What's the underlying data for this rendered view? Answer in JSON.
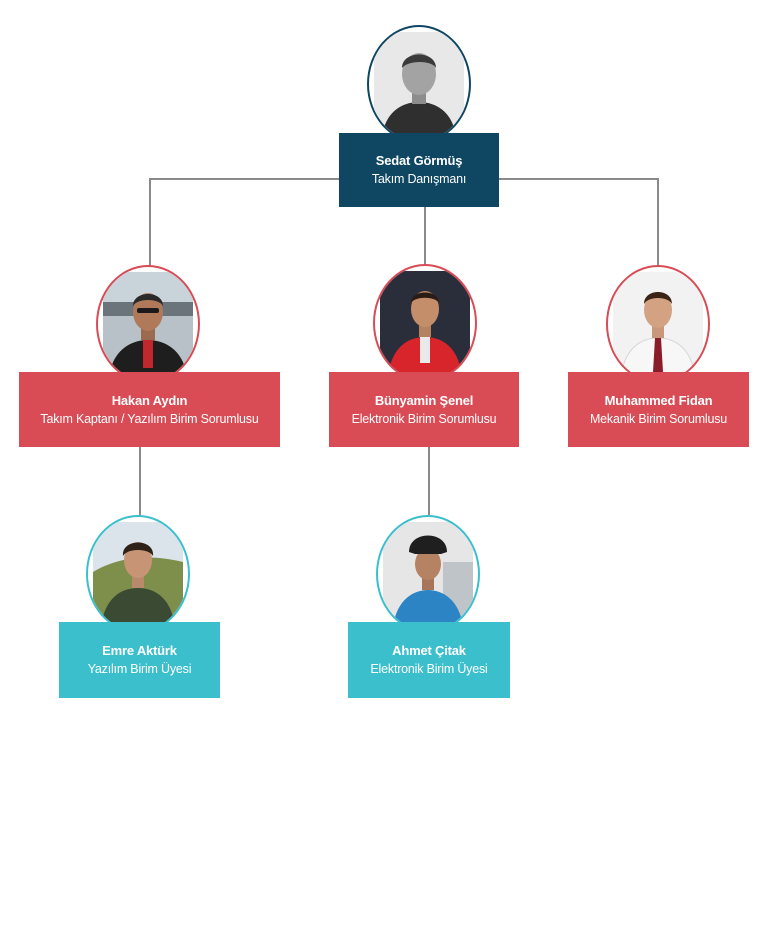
{
  "colors": {
    "advisor": "#0f4763",
    "lead": "#d94b55",
    "member": "#3bbfcd",
    "connector": "#8a8a8a"
  },
  "advisor": {
    "name": "Sedat Görmüş",
    "role": "Takım Danışmanı"
  },
  "leads": [
    {
      "name": "Hakan Aydın",
      "role": "Takım Kaptanı / Yazılım Birim Sorumlusu"
    },
    {
      "name": "Bünyamin Şenel",
      "role": "Elektronik Birim Sorumlusu"
    },
    {
      "name": "Muhammed Fidan",
      "role": "Mekanik Birim Sorumlusu"
    }
  ],
  "members": [
    {
      "name": "Emre Aktürk",
      "role": "Yazılım Birim Üyesi"
    },
    {
      "name": "Ahmet Çitak",
      "role": "Elektronik Birim Üyesi"
    }
  ]
}
